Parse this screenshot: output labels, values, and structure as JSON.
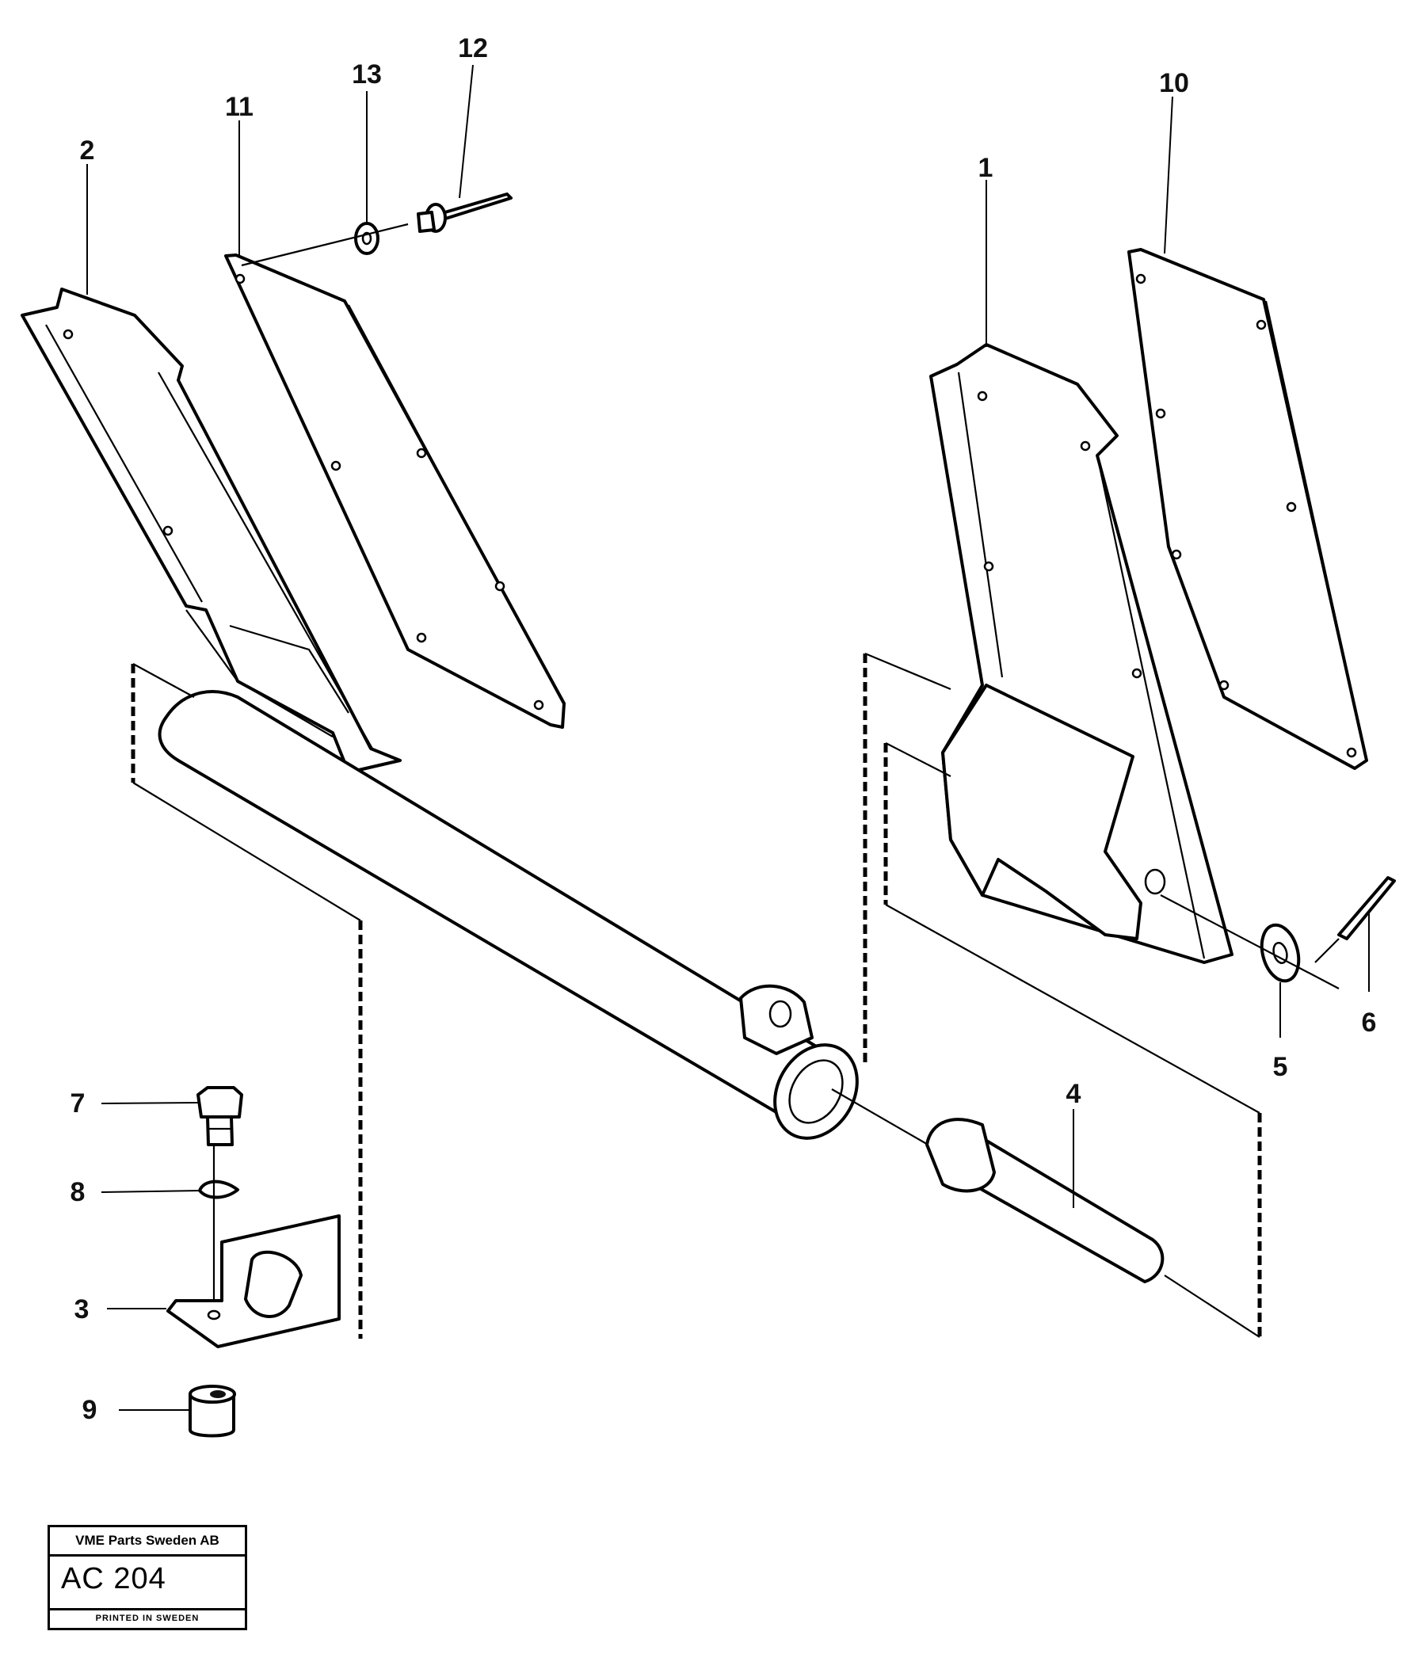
{
  "callouts": {
    "c1": "1",
    "c2": "2",
    "c3": "3",
    "c4": "4",
    "c5": "5",
    "c6": "6",
    "c7": "7",
    "c8": "8",
    "c9": "9",
    "c10": "10",
    "c11": "11",
    "c12": "12",
    "c13": "13"
  },
  "title_block": {
    "company": "VME Parts Sweden AB",
    "code": "AC 204",
    "printed": "PRINTED IN SWEDEN"
  }
}
